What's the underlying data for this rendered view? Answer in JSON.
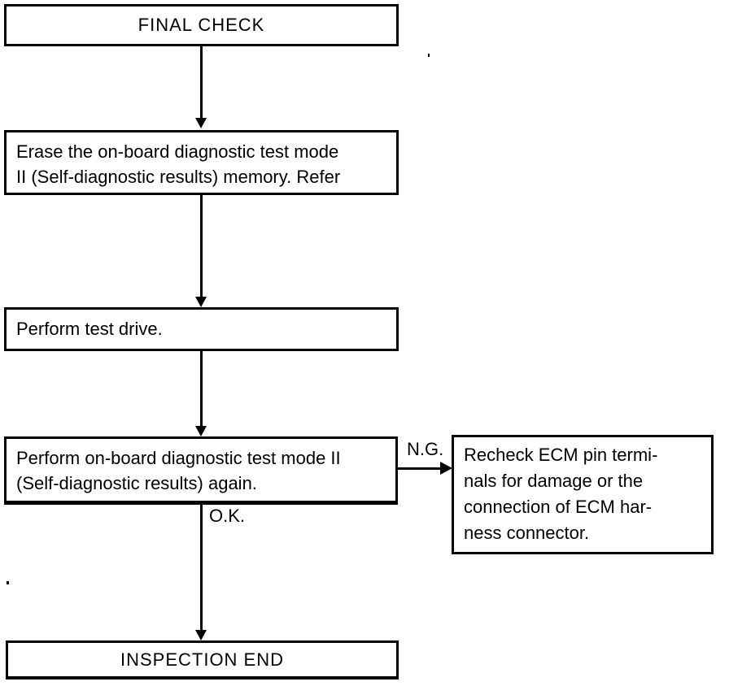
{
  "flowchart": {
    "nodes": {
      "final_check": {
        "label": "FINAL CHECK"
      },
      "erase_memory": {
        "label": "Erase the on-board diagnostic test mode\nII (Self-diagnostic results) memory. Refer"
      },
      "test_drive": {
        "label": "Perform test drive."
      },
      "perform_again": {
        "label": "Perform on-board diagnostic test mode II\n(Self-diagnostic results) again."
      },
      "recheck_ecm": {
        "label": "Recheck ECM pin termi-\nnals for damage or the\nconnection of ECM har-\nness connector."
      },
      "inspection_end": {
        "label": "INSPECTION END"
      }
    },
    "edge_labels": {
      "ng": "N.G.",
      "ok": "O.K."
    },
    "colors": {
      "ink": "#000000",
      "paper": "#ffffff"
    }
  }
}
